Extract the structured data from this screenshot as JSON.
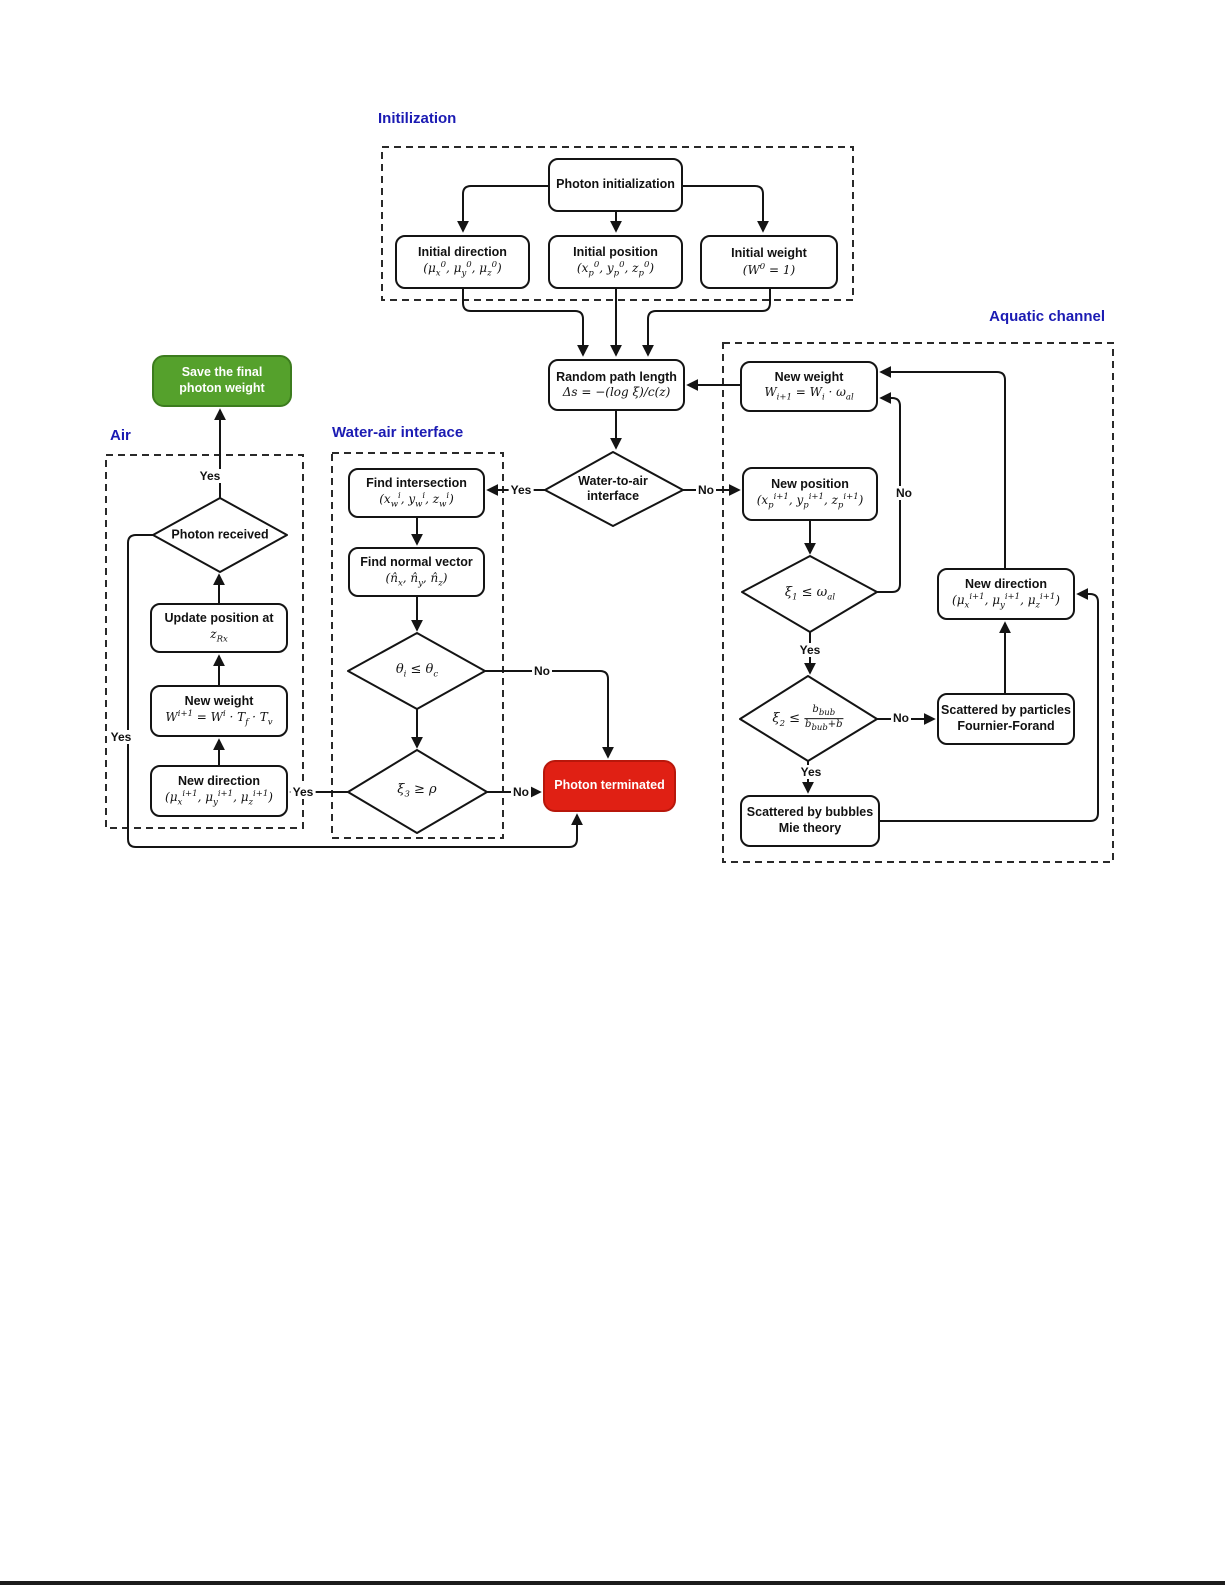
{
  "sections": {
    "initialization": {
      "title": "Initilization"
    },
    "aquatic": {
      "title": "Aquatic channel"
    },
    "air": {
      "title": "Air"
    },
    "water_air": {
      "title": "Water-air interface"
    }
  },
  "colors": {
    "accent_blue": "#1b1bb3",
    "green_fill": "#55a12c",
    "green_border": "#3c7c1e",
    "red_fill": "#e02014",
    "red_border": "#b8170b",
    "line": "#141414"
  },
  "nodes": {
    "photon_init": {
      "title": "Photon initialization"
    },
    "initial_direction": {
      "title": "Initial direction",
      "formula": "(μ_{x}^{0}, μ_{y}^{0}, μ_{z}^{0})"
    },
    "initial_position": {
      "title": "Initial position",
      "formula": "(x_{p}^{0}, y_{p}^{0}, z_{p}^{0})"
    },
    "initial_weight": {
      "title": "Initial weight",
      "formula": "(W^{0} = 1)"
    },
    "random_path_length": {
      "title": "Random path length",
      "formula": "Δs = −(log ξ)/c(z)"
    },
    "water_to_air": {
      "title": "Water-to-air interface"
    },
    "new_weight_aq": {
      "title": "New weight",
      "formula": "W_{i+1} = W_{i} · ω_{al}"
    },
    "new_position": {
      "title": "New position",
      "formula": "(x_{p}^{i+1}, y_{p}^{i+1}, z_{p}^{i+1})"
    },
    "xi1": {
      "formula": "ξ_{1} ≤ ω_{al}"
    },
    "new_direction_aq": {
      "title": "New direction",
      "formula": "(μ_{x}^{i+1}, μ_{y}^{i+1}, μ_{z}^{i+1})"
    },
    "xi2": {
      "prefix": "ξ_{2} ≤",
      "frac_num": "b_{bub}",
      "frac_den": "b_{bub}+b"
    },
    "particles": {
      "title": "Scattered by particles",
      "subtitle": "Fournier-Forand"
    },
    "bubbles": {
      "title": "Scattered by bubbles",
      "subtitle": "Mie theory"
    },
    "save_weight": {
      "title": "Save the final photon weight"
    },
    "photon_received": {
      "title": "Photon received"
    },
    "update_position": {
      "title": "Update position at",
      "formula": "z_{Rx}"
    },
    "new_weight_air": {
      "title": "New weight",
      "formula": "W^{i+1} = W^{i} · T_{f} · T_{v}"
    },
    "new_direction_air": {
      "title": "New direction",
      "formula": "(μ_{x}^{i+1}, μ_{y}^{i+1}, μ_{z}^{i+1})"
    },
    "find_intersection": {
      "title": "Find intersection",
      "formula": "(x_{w}^{i}, y_{w}^{i}, z_{w}^{i})"
    },
    "find_normal": {
      "title": "Find normal vector",
      "formula": "(n̂_{x}, n̂_{y}, n̂_{z})"
    },
    "theta": {
      "formula": "θ_{i} ≤ θ_{c}"
    },
    "xi3": {
      "formula": "ξ_{3} ≥ ρ"
    },
    "photon_terminated": {
      "title": "Photon terminated"
    }
  },
  "edge_labels": [
    {
      "id": "water-to-air-yes",
      "text": "Yes"
    },
    {
      "id": "water-to-air-no",
      "text": "No"
    },
    {
      "id": "photon-received-yes",
      "text": "Yes"
    },
    {
      "id": "received-loop-yes",
      "text": "Yes"
    },
    {
      "id": "xi1-no",
      "text": "No"
    },
    {
      "id": "xi1-yes",
      "text": "Yes"
    },
    {
      "id": "xi2-no",
      "text": "No"
    },
    {
      "id": "xi2-yes",
      "text": "Yes"
    },
    {
      "id": "theta-no",
      "text": "No"
    },
    {
      "id": "xi3-no",
      "text": "No"
    },
    {
      "id": "xi3-yes",
      "text": "Yes"
    }
  ]
}
